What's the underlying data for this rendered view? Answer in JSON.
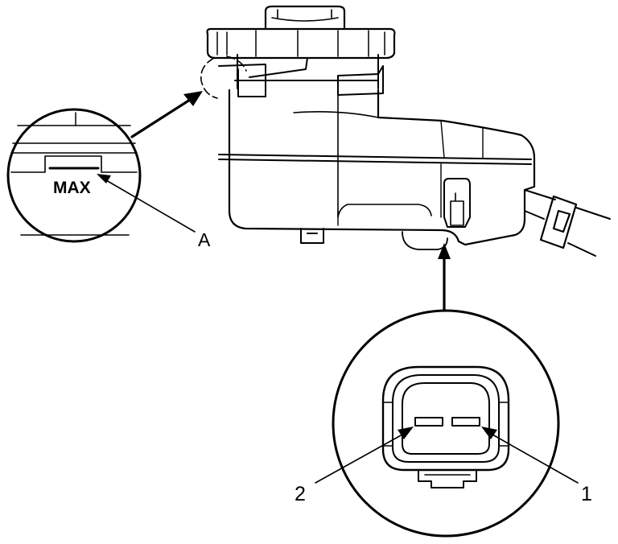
{
  "labels": {
    "max": "MAX",
    "callout_a": "A",
    "terminal_1": "1",
    "terminal_2": "2"
  },
  "colors": {
    "ink": "#000000",
    "paper": "#ffffff"
  }
}
